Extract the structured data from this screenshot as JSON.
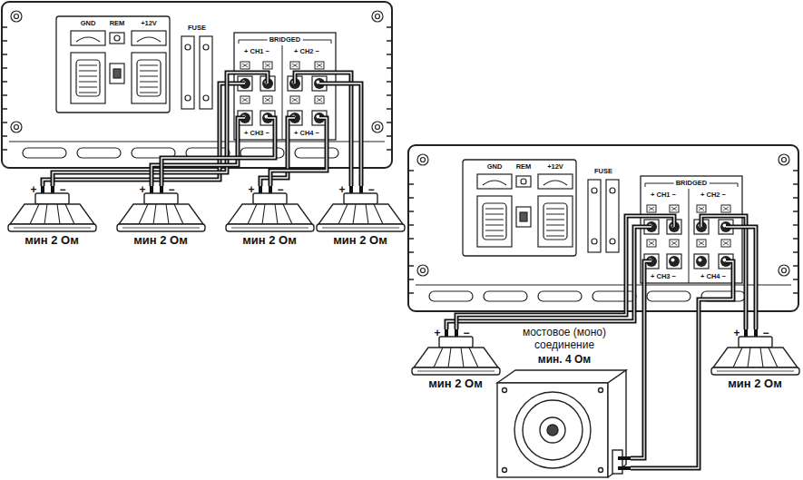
{
  "diagram": {
    "nodes": [
      {
        "text": [
          "GND",
          "REM",
          "+12V",
          "FUSE",
          "BRIDGED",
          "+ CH1 −",
          "+ CH2 −",
          "+ CH3 −",
          "+ CH4 −"
        ]
      },
      {
        "text": [
          "+",
          "−",
          "мин 2 Ом"
        ]
      },
      {
        "text": [
          "+",
          "−",
          "мин 2 Ом"
        ]
      },
      {
        "text": [
          "+",
          "−",
          "мин 2 Ом"
        ]
      },
      {
        "text": [
          "+",
          "−",
          "мин 2 Ом"
        ]
      },
      {
        "text": [
          "GND",
          "REM",
          "+12V",
          "FUSE",
          "BRIDGED",
          "+ CH1 −",
          "+ CH2 −",
          "+ CH3 −",
          "+ CH4 −"
        ]
      },
      {
        "text": [
          "+",
          "−",
          "мин 2 Ом"
        ]
      },
      {
        "text": [
          "мостовое (моно) соединение",
          "мин. 4 Ом"
        ]
      },
      {
        "text": [
          "+",
          "−",
          "мин 2 Ом"
        ]
      }
    ],
    "edges": [
      {
        "from": 0,
        "to": 1,
        "arrow": "none"
      },
      {
        "from": 0,
        "to": 1,
        "arrow": "none"
      },
      {
        "from": 0,
        "to": 2,
        "arrow": "none"
      },
      {
        "from": 0,
        "to": 2,
        "arrow": "none"
      },
      {
        "from": 0,
        "to": 3,
        "arrow": "none"
      },
      {
        "from": 0,
        "to": 3,
        "arrow": "none"
      },
      {
        "from": 0,
        "to": 4,
        "arrow": "none"
      },
      {
        "from": 0,
        "to": 4,
        "arrow": "none"
      },
      {
        "from": 5,
        "to": 6,
        "arrow": "none"
      },
      {
        "from": 5,
        "to": 6,
        "arrow": "none"
      },
      {
        "from": 5,
        "to": 7,
        "arrow": "none"
      },
      {
        "from": 5,
        "to": 7,
        "arrow": "none"
      },
      {
        "from": 5,
        "to": 8,
        "arrow": "none"
      },
      {
        "from": 5,
        "to": 8,
        "arrow": "none"
      }
    ]
  }
}
